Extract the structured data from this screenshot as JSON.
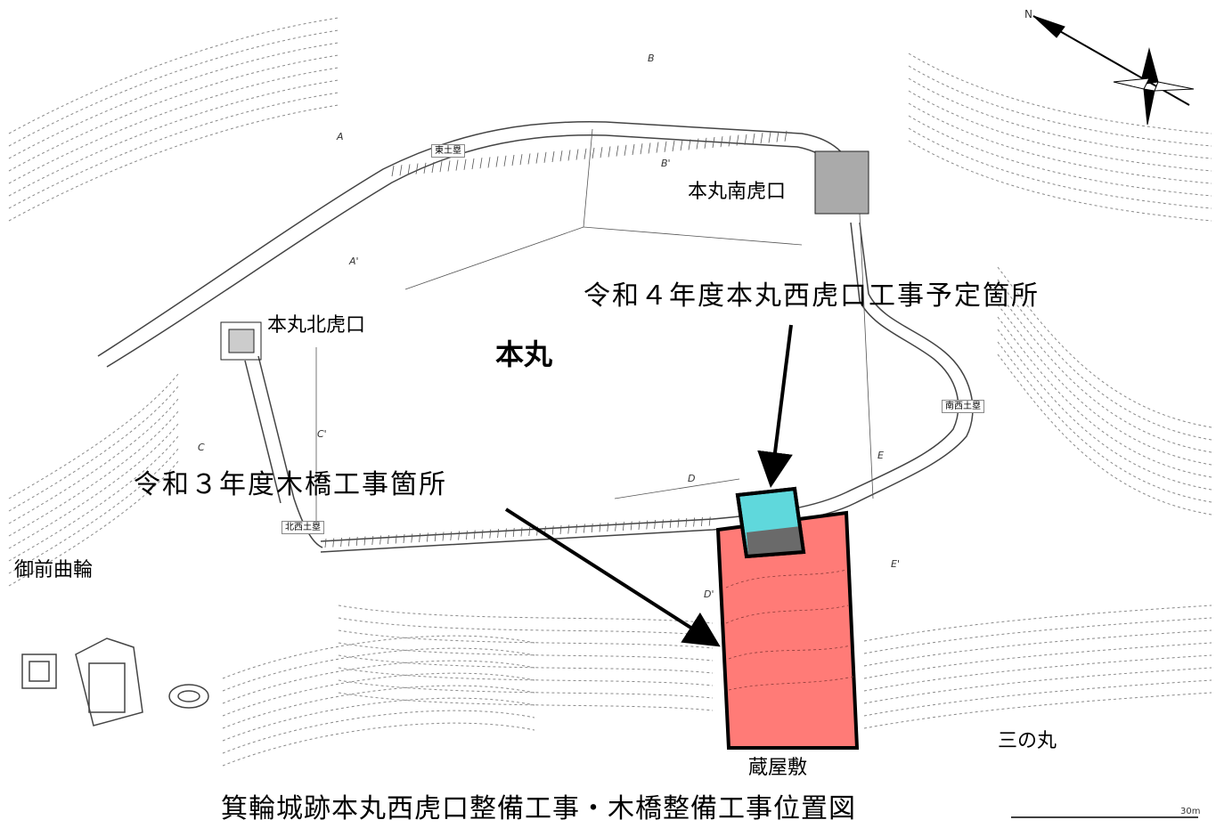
{
  "title": "箕輪城跡本丸西虎口整備工事・木橋整備工事位置図",
  "labels": {
    "honmaru": "本丸",
    "honmaru_minami_koguchi": "本丸南虎口",
    "honmaru_kita_koguchi": "本丸北虎口",
    "gozen_kuruwa": "御前曲輪",
    "sannomaru": "三の丸",
    "kurayashiki": "蔵屋敷",
    "r4_site": "令和４年度本丸西虎口工事予定箇所",
    "r3_site": "令和３年度木橋工事箇所"
  },
  "small_labels": {
    "higashi_dorui": "東土塁",
    "nansei_dorui": "南西土塁",
    "hokusei_dorui": "北西土塁"
  },
  "section_marks": [
    "A",
    "A'",
    "B",
    "B'",
    "C",
    "C'",
    "D",
    "D'",
    "E",
    "E'"
  ],
  "scale": {
    "label": "30m"
  },
  "north_arrow": {
    "label": "N"
  },
  "colors": {
    "r4_fill": "#5fd8dc",
    "r3_fill": "#ff7b77",
    "overlap_fill": "#6a6a6a",
    "outline": "#000000",
    "contour": "#7a7a7a"
  }
}
